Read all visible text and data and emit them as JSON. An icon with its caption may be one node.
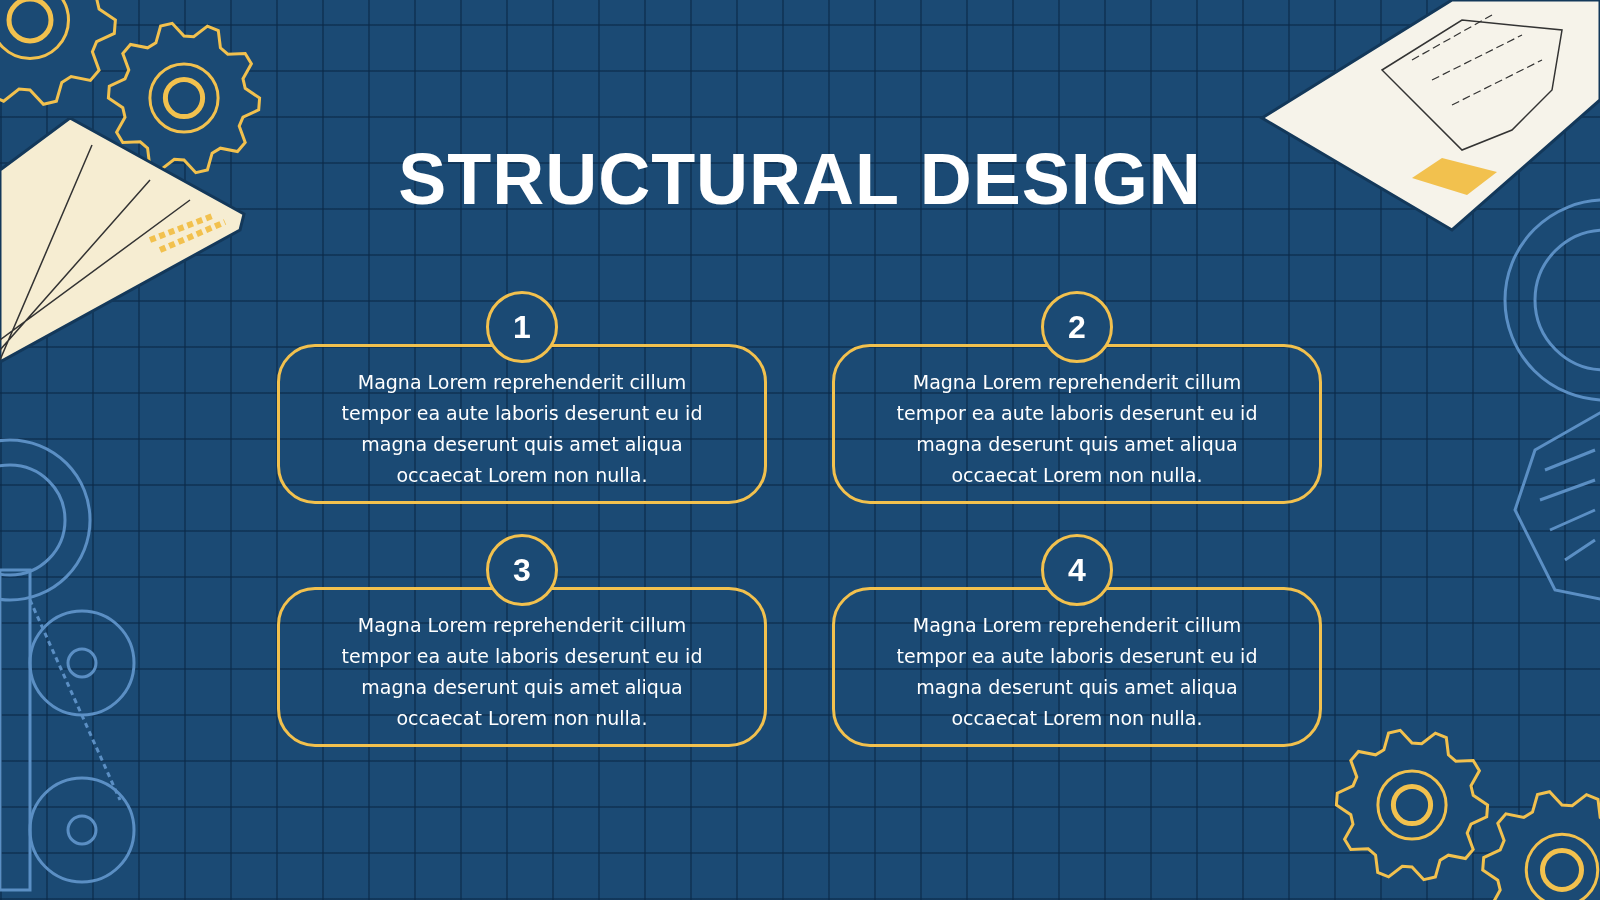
{
  "diagram": {
    "title": "STRUCTURAL DESIGN",
    "nodes": [
      {
        "text": [
          "1",
          "Magna Lorem reprehenderit cillum tempor ea aute laboris deserunt eu id magna deserunt quis amet aliqua occaecat Lorem non nulla."
        ]
      },
      {
        "text": [
          "2",
          "Magna Lorem reprehenderit cillum tempor ea aute laboris deserunt eu id magna deserunt quis amet aliqua occaecat Lorem non nulla."
        ]
      },
      {
        "text": [
          "3",
          "Magna Lorem reprehenderit cillum tempor ea aute laboris deserunt eu id magna deserunt quis amet aliqua occaecat Lorem non nulla."
        ]
      },
      {
        "text": [
          "4",
          "Magna Lorem reprehenderit cillum tempor ea aute laboris deserunt eu id magna deserunt quis amet aliqua occaecat Lorem non nulla."
        ]
      }
    ]
  }
}
